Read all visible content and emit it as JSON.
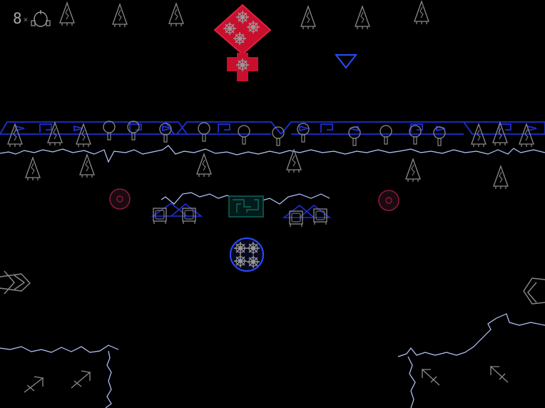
{
  "hud": {
    "lives": "8",
    "lives_separator": "×",
    "life_icon": "ship-icon"
  },
  "colors": {
    "background": "#000000",
    "tree_outline": "#8a8a8a",
    "wall_blue": "#1f2fd6",
    "shoreline": "#b9c8ff",
    "boss_red": "#c8102e",
    "turret_magenta": "#8a1a3c",
    "teal_block": "#0e6a60",
    "player_ring": "#2a4cff"
  },
  "entities": {
    "boss": "red-fortress-boss",
    "player": "player-ship-orb",
    "enemy_marker": "blue-triangle-enemy",
    "turrets": [
      "mine-left",
      "mine-right"
    ],
    "side_craft": [
      "side-ship-left",
      "side-ship-right"
    ]
  }
}
